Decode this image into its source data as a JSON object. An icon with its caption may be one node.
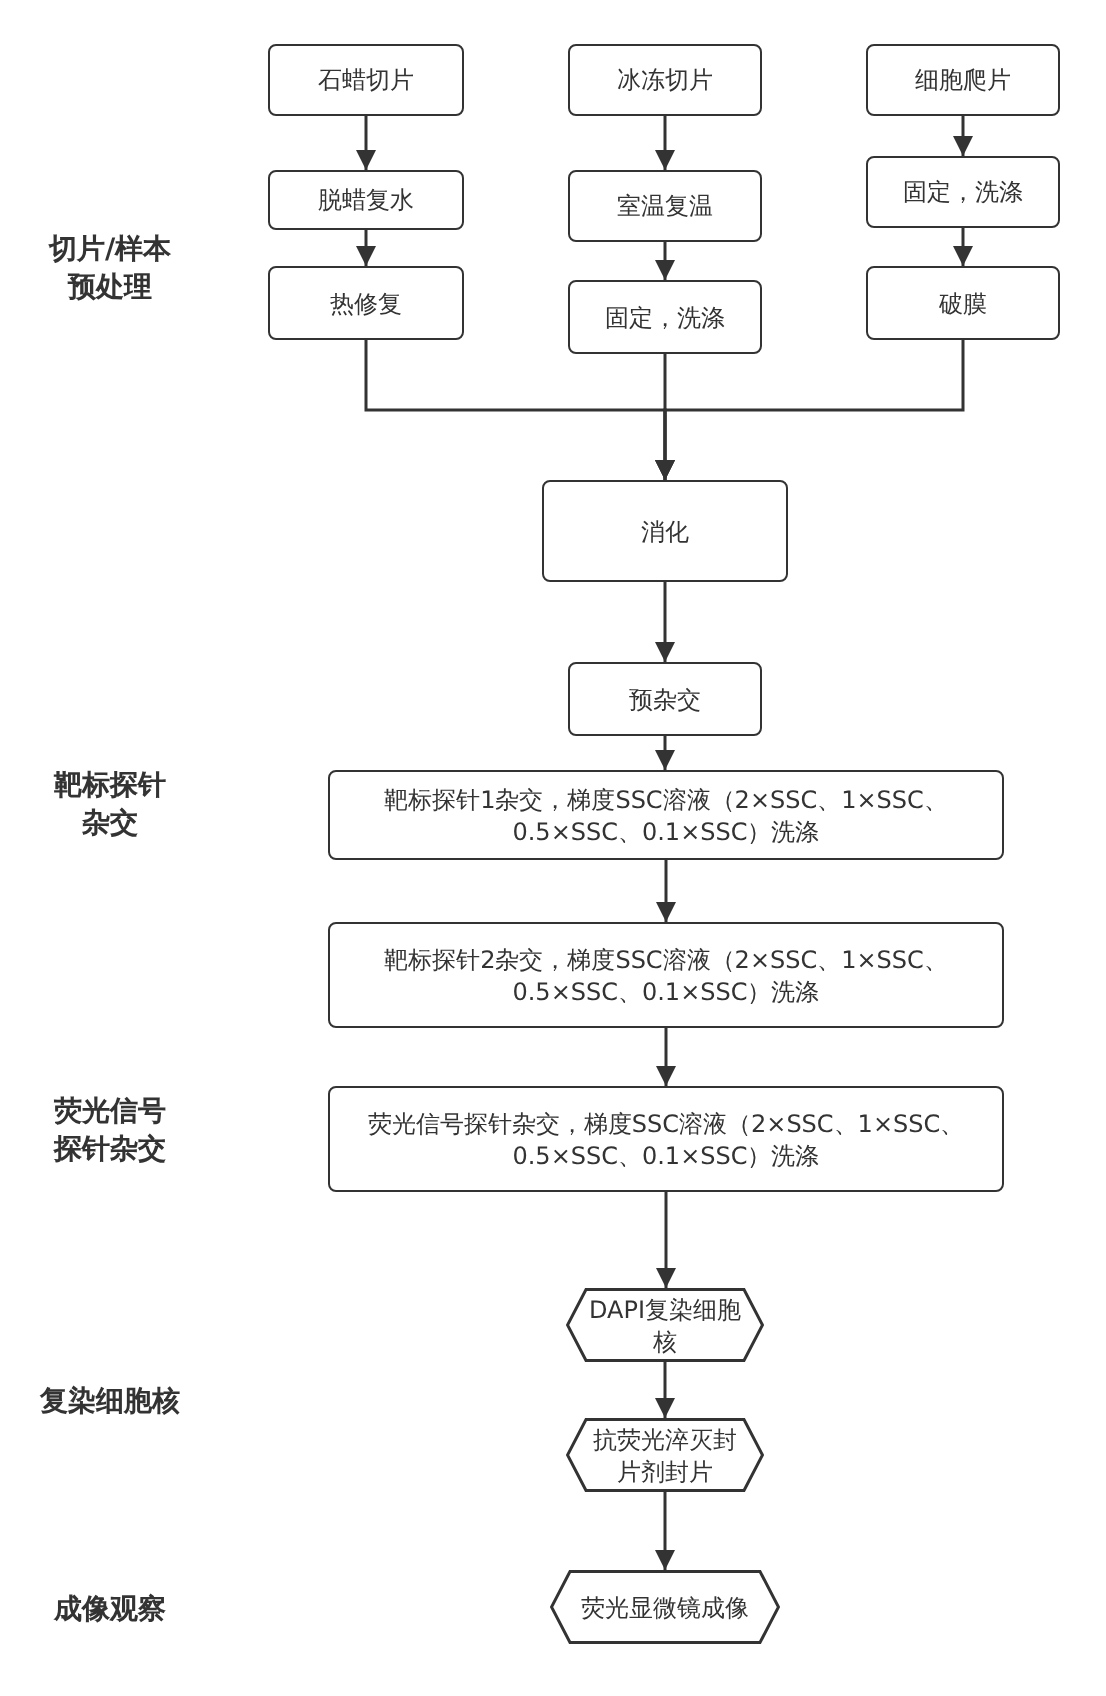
{
  "diagram": {
    "nodes": [
      {
        "text": [
          "石蜡切片"
        ]
      },
      {
        "text": [
          "冰冻切片"
        ]
      },
      {
        "text": [
          "细胞爬片"
        ]
      },
      {
        "text": [
          "脱蜡复水"
        ]
      },
      {
        "text": [
          "室温复温"
        ]
      },
      {
        "text": [
          "固定，洗涤"
        ]
      },
      {
        "text": [
          "热修复"
        ]
      },
      {
        "text": [
          "固定，洗涤"
        ]
      },
      {
        "text": [
          "破膜"
        ]
      },
      {
        "text": [
          "消化"
        ]
      },
      {
        "text": [
          "预杂交"
        ]
      },
      {
        "text": [
          "靶标探针1杂交，梯度SSC溶液（2×SSC、1×SSC、0.5×SSC、0.1×SSC）洗涤"
        ]
      },
      {
        "text": [
          "靶标探针2杂交，梯度SSC溶液（2×SSC、1×SSC、0.5×SSC、0.1×SSC）洗涤"
        ]
      },
      {
        "text": [
          "荧光信号探针杂交，梯度SSC溶液（2×SSC、1×SSC、0.5×SSC、0.1×SSC）洗涤"
        ]
      },
      {
        "text": [
          "DAPI复染细胞核"
        ]
      },
      {
        "text": [
          "抗荧光淬灭封片剂封片"
        ]
      },
      {
        "text": [
          "荧光显微镜成像"
        ]
      }
    ],
    "edges": [
      {
        "from": 0,
        "to": 3,
        "arrow": "to"
      },
      {
        "from": 3,
        "to": 6,
        "arrow": "to"
      },
      {
        "from": 1,
        "to": 4,
        "arrow": "to"
      },
      {
        "from": 4,
        "to": 7,
        "arrow": "to"
      },
      {
        "from": 2,
        "to": 5,
        "arrow": "to"
      },
      {
        "from": 5,
        "to": 8,
        "arrow": "to"
      },
      {
        "from": 6,
        "to": 9,
        "arrow": "to"
      },
      {
        "from": 7,
        "to": 9,
        "arrow": "to"
      },
      {
        "from": 8,
        "to": 9,
        "arrow": "to"
      },
      {
        "from": 9,
        "to": 10,
        "arrow": "to"
      },
      {
        "from": 10,
        "to": 11,
        "arrow": "to"
      },
      {
        "from": 11,
        "to": 12,
        "arrow": "to"
      },
      {
        "from": 12,
        "to": 13,
        "arrow": "to"
      },
      {
        "from": 13,
        "to": 14,
        "arrow": "to"
      },
      {
        "from": 14,
        "to": 15,
        "arrow": "to"
      },
      {
        "from": 15,
        "to": 16,
        "arrow": "to"
      }
    ],
    "labels": [
      "切片/样本预处理",
      "靶标探针杂交",
      "荧光信号探针杂交",
      "复染细胞核",
      "成像观察"
    ]
  }
}
